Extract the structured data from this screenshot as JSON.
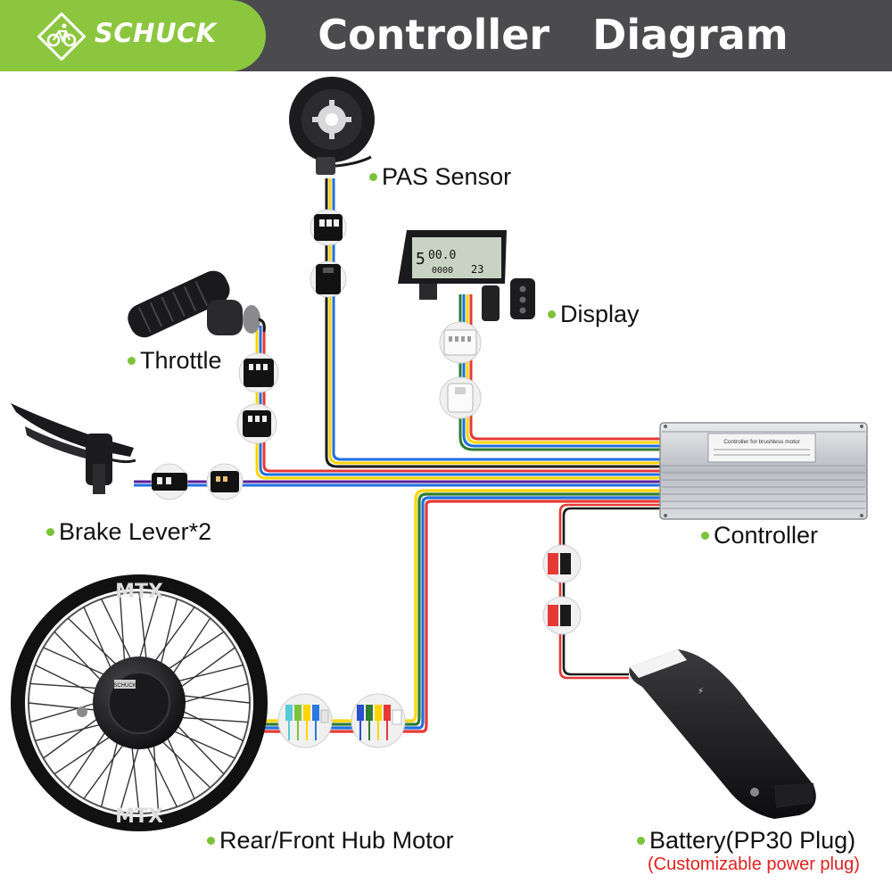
{
  "brand": {
    "name": "SCHUCK"
  },
  "header": {
    "title": "Controller   Diagram"
  },
  "labels": {
    "pas_sensor": "PAS Sensor",
    "display": "Display",
    "throttle": "Throttle",
    "brake_lever": "Brake Lever*2",
    "controller": "Controller",
    "hub_motor": "Rear/Front Hub Motor",
    "battery": "Battery(PP30 Plug)",
    "battery_note": "(Customizable power plug)"
  },
  "devices": {
    "display_screen": {
      "top_left": "5",
      "speed": "00.0",
      "mid": "0000",
      "right": "23"
    },
    "controller_plate": "Controller for brushless motor",
    "wheel_rim_text": "MTX",
    "motor_brand": "SCHUCK"
  },
  "colors": {
    "brand_green": "#8cc63f",
    "header_gray": "#4b4b4d",
    "bullet_green": "#7cc33a",
    "note_red": "#e0201f",
    "wires": [
      "#ffd400",
      "#e53935",
      "#1f6fe0",
      "#5a1f9a",
      "#2e7d32",
      "#ffffff"
    ]
  }
}
